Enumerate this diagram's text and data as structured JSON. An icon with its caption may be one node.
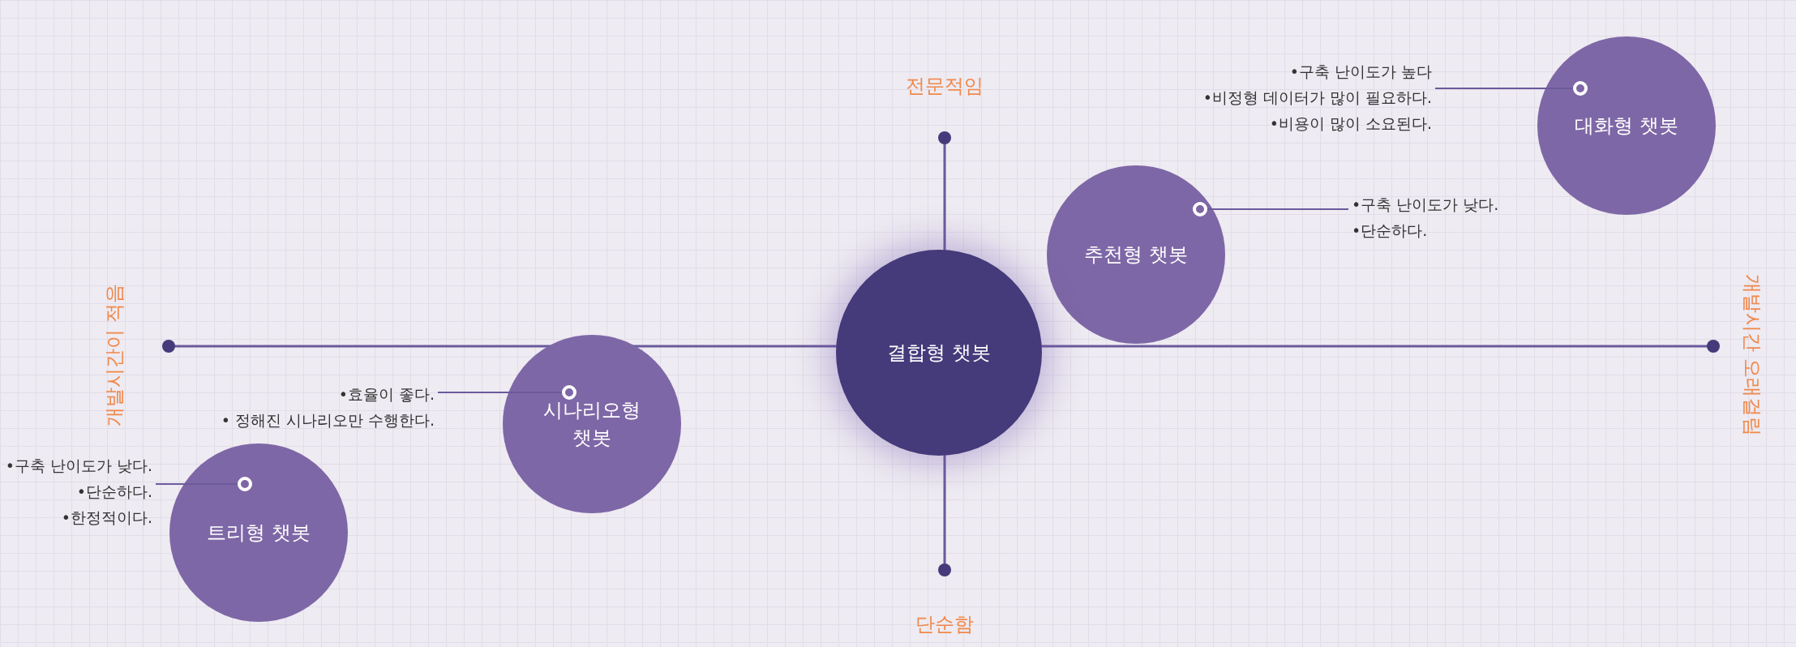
{
  "diagram": {
    "nodes": [
      {
        "text": [
          "•구축 난이도가 높다",
          "•비정형 데이터가 많이 필요하다.",
          "•비용이 많이 소요된다."
        ]
      },
      {
        "text": [
          "대화형 챗봇"
        ]
      },
      {
        "text": [
          "추천형 챗봇"
        ]
      },
      {
        "text": [
          "•구축 난이도가 낮다.",
          "•단순하다."
        ]
      },
      {
        "text": [
          "결합형 챗봇"
        ]
      },
      {
        "text": [
          "•효율이 좋다.",
          "• 정해진 시나리오만 수행한다."
        ]
      },
      {
        "text": [
          "시나리오형 챗봇"
        ]
      },
      {
        "text": [
          "•구축 난이도가 낮다.",
          "•단순하다.",
          "•한정적이다."
        ]
      },
      {
        "text": [
          "트리형 챗봇"
        ]
      }
    ],
    "edges": [
      {
        "from": 0,
        "to": 1,
        "arrow": "other"
      },
      {
        "from": 3,
        "to": 2,
        "arrow": "other"
      },
      {
        "from": 5,
        "to": 6,
        "arrow": "other"
      },
      {
        "from": 7,
        "to": 8,
        "arrow": "other"
      }
    ],
    "labels": [
      "전문적임",
      "개발시간이 적음",
      "개발시간 오래걸림",
      "단순함"
    ]
  }
}
